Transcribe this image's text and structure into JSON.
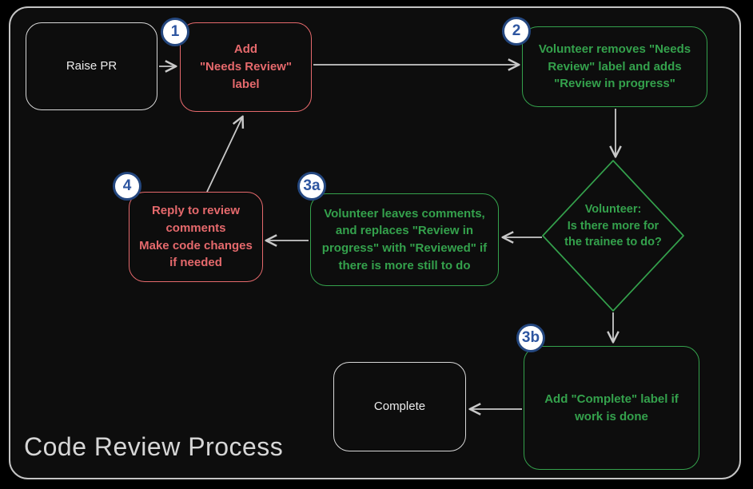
{
  "title": "Code Review Process",
  "colors": {
    "red": "#e5696c",
    "green": "#34a14c",
    "box_gray": "#d8d8d8",
    "text_gray": "#ececec",
    "badge_bg": "#ffffff",
    "badge_border": "#24477f",
    "badge_text": "#2d55a0",
    "arrow": "#c9c9c9",
    "frame_border": "#c4c4c4",
    "canvas_bg": "#0d0d0d",
    "outer_bg": "#000000",
    "title_color": "#d6d6d6"
  },
  "nodes": {
    "raise_pr": {
      "label": "Raise PR"
    },
    "step1": {
      "badge": "1",
      "label": "Add\n\"Needs Review\"\nlabel"
    },
    "step2": {
      "badge": "2",
      "label": "Volunteer removes \"Needs\nReview\" label and adds\n\"Review in progress\""
    },
    "decision": {
      "label": "Volunteer:\nIs there more for\nthe trainee to do?"
    },
    "step3a": {
      "badge": "3a",
      "label": "Volunteer leaves comments,\nand replaces \"Review in\nprogress\" with \"Reviewed\" if\nthere is more still to do"
    },
    "step3b": {
      "badge": "3b",
      "label": "Add \"Complete\" label if\nwork is done"
    },
    "step4": {
      "badge": "4",
      "label": "Reply to review\ncomments\nMake code changes\nif needed"
    },
    "complete": {
      "label": "Complete"
    }
  }
}
